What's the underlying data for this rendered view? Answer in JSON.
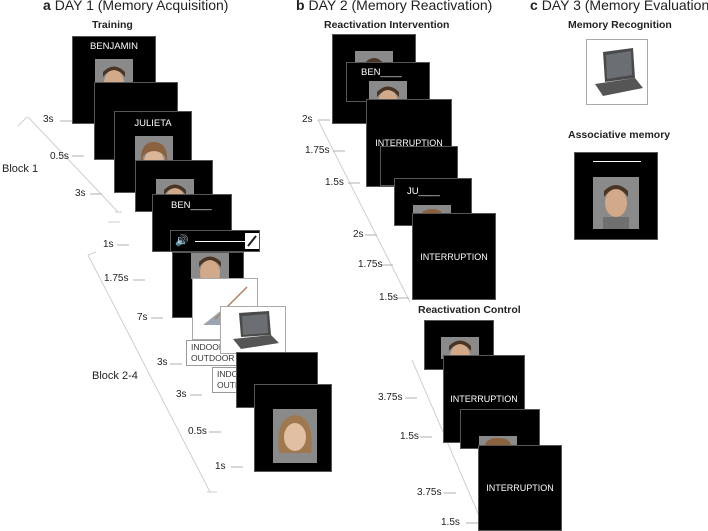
{
  "headers": {
    "a_letter": "a",
    "a_text": "DAY 1 (Memory Acquisition)",
    "b_letter": "b",
    "b_text": "DAY 2 (Memory Reactivation)",
    "c_letter": "c",
    "c_text": "DAY 3 (Memory Evaluation)"
  },
  "day1": {
    "training": "Training",
    "block1": "Block 1",
    "block24": "Block 2-4",
    "times": [
      "3s",
      "0.5s",
      "3s",
      "1s",
      "1.75s",
      "7s",
      "3s",
      "3s",
      "0.5s",
      "1s"
    ],
    "name1": "BENJAMIN",
    "name2": "JULIETA",
    "name3": "BEN____",
    "option_indoor": "INDOOR",
    "option_outdoor": "OUTDOOR"
  },
  "day2": {
    "intervention_title": "Reactivation Intervention",
    "control_title": "Reactivation Control",
    "name_ben": "BEN____",
    "name_ju": "JU____",
    "interruption": "INTERRUPTION",
    "intervention_times": [
      "2s",
      "1.75s",
      "1.5s",
      "2s",
      "1.75s",
      "1.5s"
    ],
    "control_times": [
      "3.75s",
      "1.5s",
      "3.75s",
      "1.5s"
    ]
  },
  "day3": {
    "recognition_title": "Memory Recognition",
    "associative_title": "Associative memory"
  },
  "colors": {
    "screen": "#000000",
    "face_bg": "#8a8a8a",
    "timeline": "#c8c8c8"
  }
}
